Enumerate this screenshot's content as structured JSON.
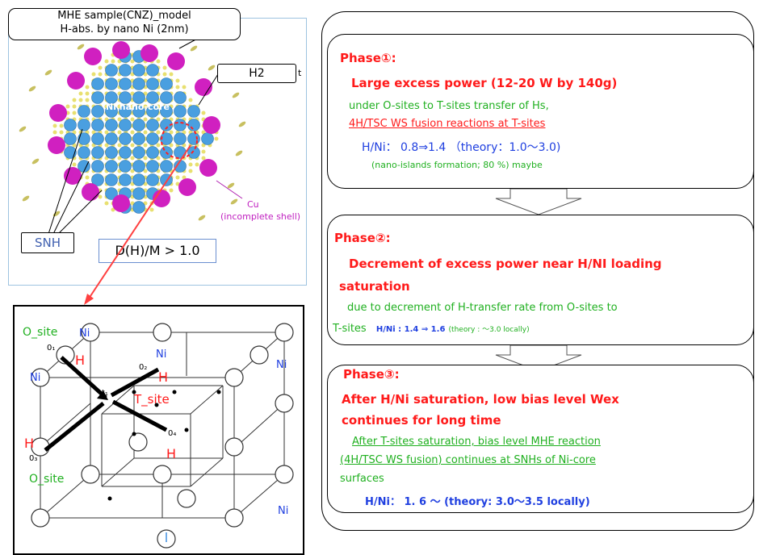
{
  "top_callout": {
    "line1": "MHE sample(CNZ)_model",
    "line2": "H-abs. by nano Ni (2nm)"
  },
  "h2_label": "H2",
  "nicore_label": "Ni nano-core",
  "cu_label": {
    "line1": "Cu",
    "line2": "(incomplete shell)"
  },
  "snh_label": "SNH",
  "dhm_label": "D(H)/M > 1.0",
  "lattice": {
    "o_site_top": "O_site",
    "o_site_bottom": "O_site",
    "t_site": "T_site",
    "ni": "Ni",
    "h": "H",
    "o1": "0₁",
    "o2": "0₂",
    "o3": "0₃",
    "o4": "0₄",
    "t1": "t₁"
  },
  "phase1": {
    "title": "Phase①:",
    "heading": "Large excess power (12-20 W by 140g)",
    "line1": "under O-sites to T-sites transfer of Hs,",
    "line2": "4H/TSC WS fusion reactions at T-sites",
    "ratio": "H/Ni： 0.8⇒1.4 （theory：1.0〜3.0)",
    "note": "(nano-islands formation; 80 %) maybe"
  },
  "phase2": {
    "title": "Phase②:",
    "heading1": "Decrement of excess power near H/NI loading",
    "heading2": "saturation",
    "line1": "due to decrement of H-transfer rate from O-sites to",
    "line2_green": "T-sites",
    "line2_blue": "H/Ni : 1.4 ⇒ 1.6",
    "line2_small": "(theory : 〜3.0 locally)"
  },
  "phase3": {
    "title": "Phase③:",
    "heading1": "After H/Ni saturation, low bias level Wex",
    "heading2": "continues for long time",
    "line1": "After T-sites saturation, bias level MHE reaction",
    "line2": "(4H/TSC WS fusion) continues at SNHs of Ni-core",
    "line3": "surfaces",
    "ratio": "H/Ni： 1. 6 〜  (theory: 3.0〜3.5 locally)"
  },
  "colors": {
    "red": "#ff1a1a",
    "green": "#20b020",
    "blue": "#2040e0",
    "ni_ball": "#4a9fe0",
    "cu_ball": "#d020c0",
    "grid_ball": "#e8e070"
  }
}
